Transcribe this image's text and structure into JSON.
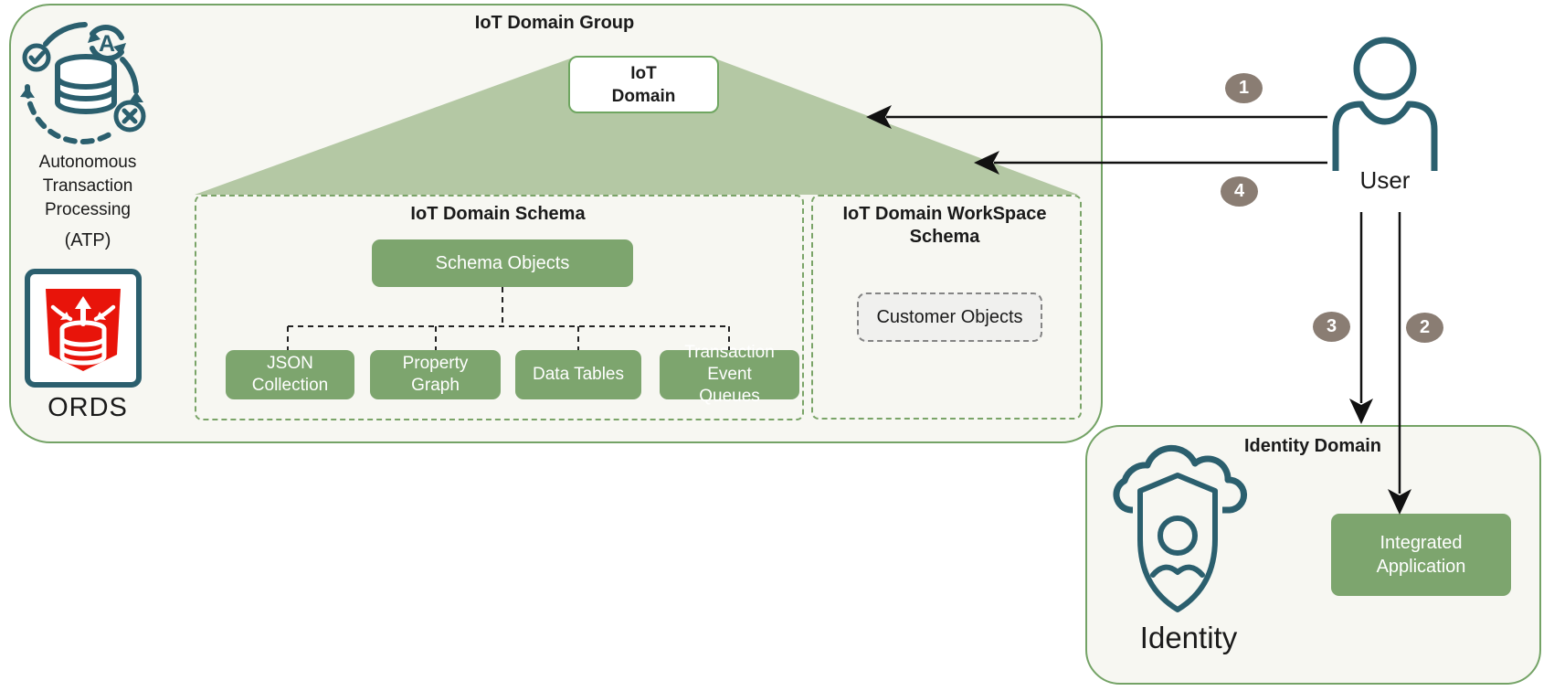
{
  "group": {
    "title": "IoT Domain Group"
  },
  "atp": {
    "label": "Autonomous Transaction Processing",
    "abbrev": "(ATP)"
  },
  "ords": {
    "label": "ORDS"
  },
  "iot_domain": {
    "label": "IoT Domain"
  },
  "schema": {
    "title": "IoT Domain Schema",
    "root": "Schema Objects",
    "children": [
      "JSON Collection",
      "Property Graph",
      "Data Tables",
      "Transaction Event Queues"
    ]
  },
  "workspace": {
    "title": "IoT Domain WorkSpace Schema",
    "customer": "Customer Objects"
  },
  "user": {
    "label": "User"
  },
  "steps": {
    "s1": "1",
    "s2": "2",
    "s3": "3",
    "s4": "4"
  },
  "identity": {
    "title": "Identity Domain",
    "label": "Identity",
    "app": "Integrated Application"
  },
  "colors": {
    "accent_green": "#7da56e",
    "trapezoid_green": "#b4c8a4",
    "border_green": "#74a366",
    "icon_teal": "#2b5f6e",
    "ords_red": "#e8140a",
    "badge_taupe": "#8a7d73"
  }
}
